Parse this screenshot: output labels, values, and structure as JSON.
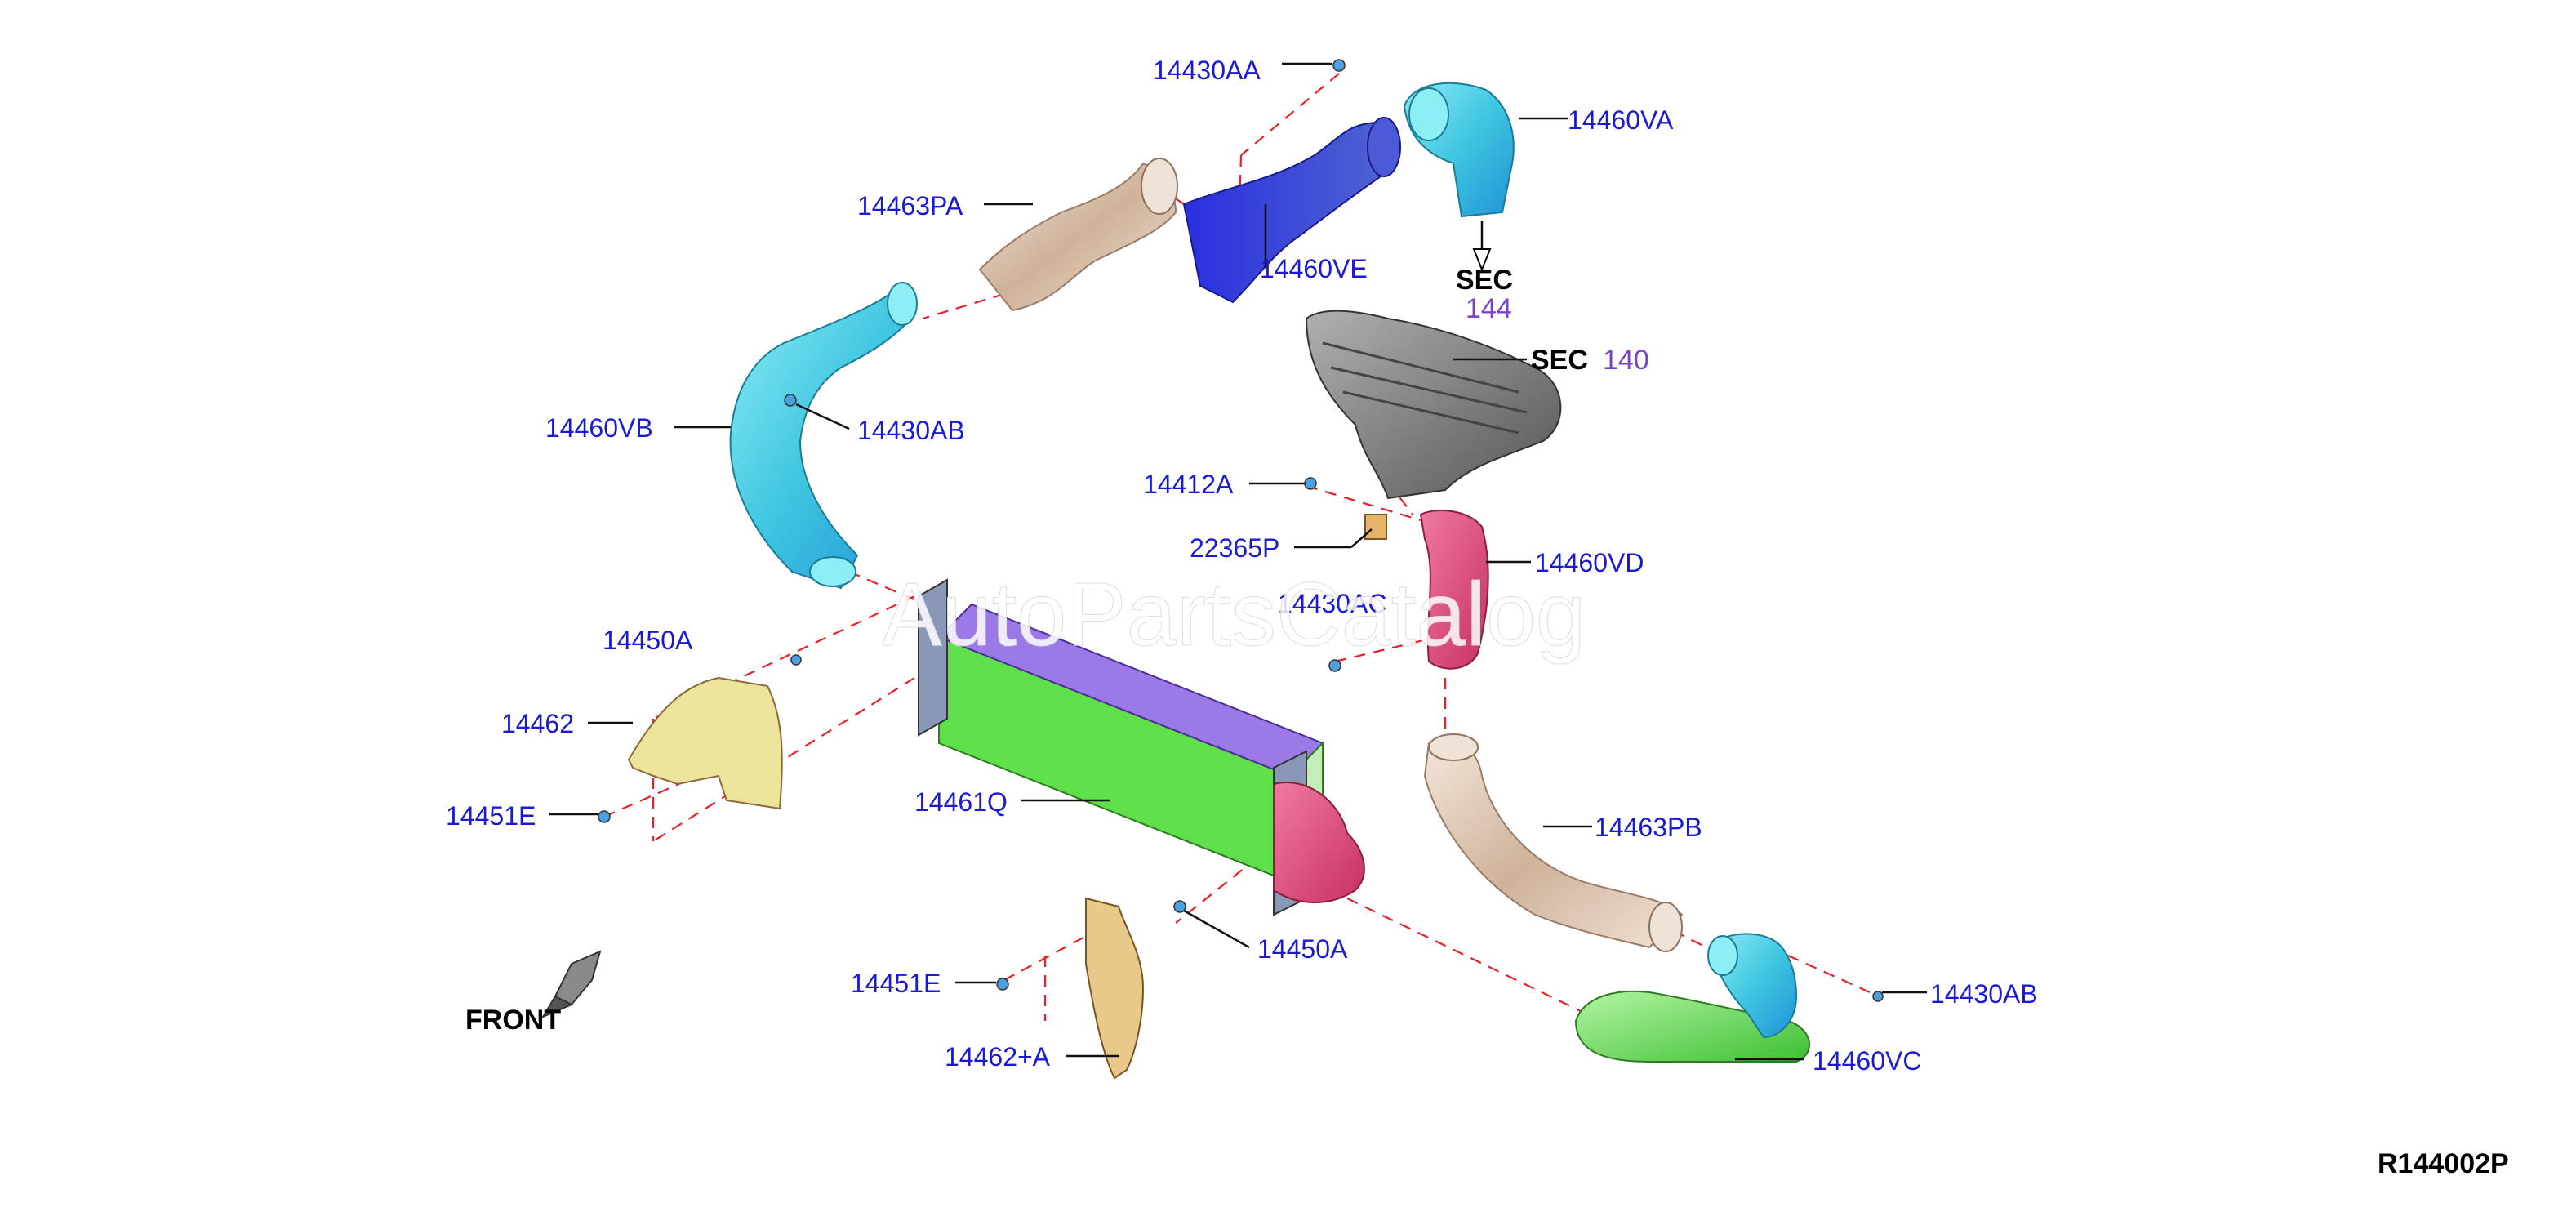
{
  "labels": {
    "p14430AA": "14430AA",
    "p14460VA": "14460VA",
    "p14463PA": "14463PA",
    "p14460VE": "14460VE",
    "sec144_sec": "SEC",
    "sec144_num": "144",
    "sec140_sec": "SEC",
    "sec140_num": "140",
    "p14460VB": "14460VB",
    "p14430AB_top": "14430AB",
    "p14412A": "14412A",
    "p22365P": "22365P",
    "p14460VD": "14460VD",
    "p14430AC": "14430AC",
    "p14450A_top": "14450A",
    "p14462": "14462",
    "p14451E_left": "14451E",
    "p14461Q": "14461Q",
    "p14463PB": "14463PB",
    "p14450A_bottom": "14450A",
    "p14430AB_right": "14430AB",
    "p14451E_bottom": "14451E",
    "p14462A": "14462+A",
    "p14460VC": "14460VC",
    "front": "FRONT",
    "code": "R144002P"
  },
  "watermark": "AutoPartsCatalog",
  "colors": {
    "label_blue": "#1a1ad6",
    "leader_dash_red": "#e8202a",
    "sec_number_purple": "#7a44c8",
    "intercooler_core": "#5fe04a",
    "intercooler_top": "#9b7ae8",
    "tube_cyan": "#4fd3e6",
    "tube_blue": "#3338d8",
    "hose_beige": "#e3cdb8",
    "hose_pink": "#e4507a",
    "tube_green": "#66e050",
    "bracket_yellow": "#ece49a",
    "manifold_gray": "#8a8a8a"
  }
}
